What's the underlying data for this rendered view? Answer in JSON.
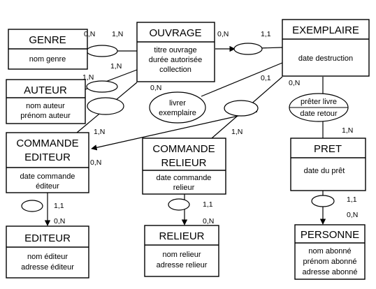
{
  "entities": {
    "genre": {
      "title": "GENRE",
      "attrs": [
        "nom genre"
      ]
    },
    "ouvrage": {
      "title": "OUVRAGE",
      "attrs": [
        "titre ouvrage",
        "durée autorisée",
        "collection"
      ]
    },
    "exemplaire": {
      "title": "EXEMPLAIRE",
      "attrs": [
        "date destruction"
      ]
    },
    "auteur": {
      "title": "AUTEUR",
      "attrs": [
        "nom auteur",
        "prénom auteur"
      ]
    },
    "commande_editeur": {
      "title_lines": [
        "COMMANDE",
        "EDITEUR"
      ],
      "attrs": [
        "date commande",
        "éditeur"
      ]
    },
    "commande_relieur": {
      "title_lines": [
        "COMMANDE",
        "RELIEUR"
      ],
      "attrs": [
        "date commande",
        "relieur"
      ]
    },
    "pret": {
      "title": "PRET",
      "attrs": [
        "date du prêt"
      ]
    },
    "editeur": {
      "title": "EDITEUR",
      "attrs": [
        "nom éditeur",
        "adresse éditeur"
      ]
    },
    "relieur": {
      "title": "RELIEUR",
      "attrs": [
        "nom relieur",
        "adresse relieur"
      ]
    },
    "personne": {
      "title": "PERSONNE",
      "attrs": [
        "nom abonné",
        "prénom abonné",
        "adresse abonné"
      ]
    }
  },
  "relationships": {
    "livrer_exemplaire": [
      "livrer",
      "exemplaire"
    ],
    "preter_livre": {
      "name": "prêter livre",
      "attr": "date retour"
    }
  },
  "cardinalities": {
    "genre_left": "0,N",
    "genre_right": "1,N",
    "auteur_top": "1,N",
    "auteur_ouvrage": "1,N",
    "ouvrage_left": "0,N",
    "exemplaire_left": "1,1",
    "livrer_top": "0,N",
    "exemplaire_bottom": "0,1",
    "exemplaire_pret": "0,N",
    "cmd_editeur_side": "1,N",
    "cmd_editeur_bottom": "0,N",
    "cmd_relieur_side": "1,N",
    "pret_top": "1,N",
    "editeur_upper": "1,1",
    "editeur_lower": "0,N",
    "relieur_upper": "1,1",
    "relieur_lower": "0,N",
    "personne_upper": "1,1",
    "personne_lower": "0,N"
  }
}
